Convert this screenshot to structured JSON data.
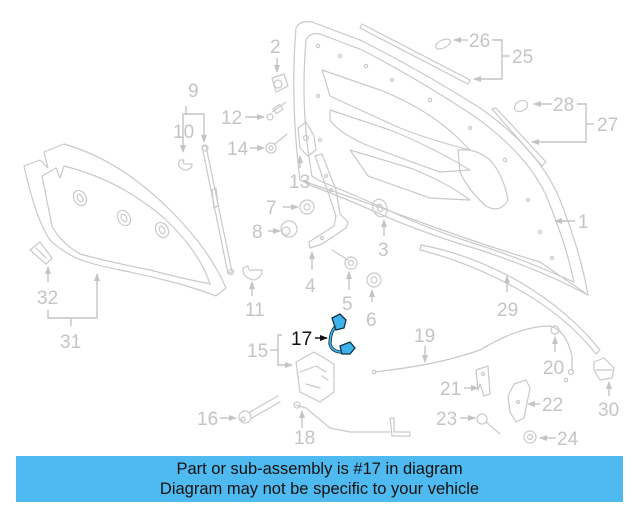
{
  "diagram": {
    "highlighted_part": "17",
    "highlight_color": "#3eb2ec",
    "line_color": "#c4c4c4",
    "callouts": {
      "p1": "1",
      "p2": "2",
      "p3": "3",
      "p4": "4",
      "p5": "5",
      "p6": "6",
      "p7": "7",
      "p8": "8",
      "p9": "9",
      "p10": "10",
      "p11": "11",
      "p12": "12",
      "p13": "13",
      "p14": "14",
      "p15": "15",
      "p16": "16",
      "p17": "17",
      "p18": "18",
      "p19": "19",
      "p20": "20",
      "p21": "21",
      "p22": "22",
      "p23": "23",
      "p24": "24",
      "p25": "25",
      "p26": "26",
      "p27": "27",
      "p28": "28",
      "p29": "29",
      "p30": "30",
      "p31": "31",
      "p32": "32"
    }
  },
  "banner": {
    "line1": "Part or sub-assembly is #17 in diagram",
    "line2": "Diagram may not be specific to your vehicle",
    "background_color": "#4fbaf0"
  }
}
